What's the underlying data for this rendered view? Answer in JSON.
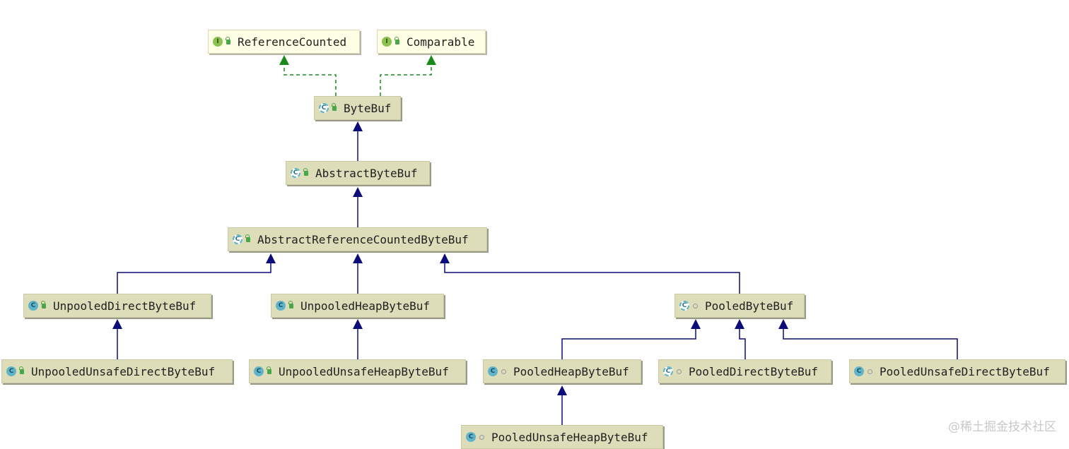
{
  "nodes": {
    "reference_counted": {
      "label": "ReferenceCounted",
      "kind": "I"
    },
    "comparable": {
      "label": "Comparable",
      "kind": "I"
    },
    "byte_buf": {
      "label": "ByteBuf",
      "kind": "C"
    },
    "abstract_byte_buf": {
      "label": "AbstractByteBuf",
      "kind": "C"
    },
    "abstract_reference_counted_byte_buf": {
      "label": "AbstractReferenceCountedByteBuf",
      "kind": "C"
    },
    "unpooled_direct_byte_buf": {
      "label": "UnpooledDirectByteBuf",
      "kind": "C"
    },
    "unpooled_heap_byte_buf": {
      "label": "UnpooledHeapByteBuf",
      "kind": "C"
    },
    "pooled_byte_buf": {
      "label": "PooledByteBuf",
      "kind": "C"
    },
    "unpooled_unsafe_direct_byte_buf": {
      "label": "UnpooledUnsafeDirectByteBuf",
      "kind": "C"
    },
    "unpooled_unsafe_heap_byte_buf": {
      "label": "UnpooledUnsafeHeapByteBuf",
      "kind": "C"
    },
    "pooled_heap_byte_buf": {
      "label": "PooledHeapByteBuf",
      "kind": "C"
    },
    "pooled_direct_byte_buf": {
      "label": "PooledDirectByteBuf",
      "kind": "C"
    },
    "pooled_unsafe_direct_byte_buf": {
      "label": "PooledUnsafeDirectByteBuf",
      "kind": "C"
    },
    "pooled_unsafe_heap_byte_buf": {
      "label": "PooledUnsafeHeapByteBuf",
      "kind": "C"
    }
  },
  "edges": [
    {
      "from": "byte_buf",
      "to": "reference_counted",
      "type": "implements"
    },
    {
      "from": "byte_buf",
      "to": "comparable",
      "type": "implements"
    },
    {
      "from": "abstract_byte_buf",
      "to": "byte_buf",
      "type": "extends"
    },
    {
      "from": "abstract_reference_counted_byte_buf",
      "to": "abstract_byte_buf",
      "type": "extends"
    },
    {
      "from": "unpooled_direct_byte_buf",
      "to": "abstract_reference_counted_byte_buf",
      "type": "extends"
    },
    {
      "from": "unpooled_heap_byte_buf",
      "to": "abstract_reference_counted_byte_buf",
      "type": "extends"
    },
    {
      "from": "pooled_byte_buf",
      "to": "abstract_reference_counted_byte_buf",
      "type": "extends"
    },
    {
      "from": "unpooled_unsafe_direct_byte_buf",
      "to": "unpooled_direct_byte_buf",
      "type": "extends"
    },
    {
      "from": "unpooled_unsafe_heap_byte_buf",
      "to": "unpooled_heap_byte_buf",
      "type": "extends"
    },
    {
      "from": "pooled_heap_byte_buf",
      "to": "pooled_byte_buf",
      "type": "extends"
    },
    {
      "from": "pooled_direct_byte_buf",
      "to": "pooled_byte_buf",
      "type": "extends"
    },
    {
      "from": "pooled_unsafe_direct_byte_buf",
      "to": "pooled_byte_buf",
      "type": "extends"
    },
    {
      "from": "pooled_unsafe_heap_byte_buf",
      "to": "pooled_heap_byte_buf",
      "type": "extends"
    }
  ],
  "colors": {
    "extends_line": "#0c0c7a",
    "implements_line": "#1a8a1a"
  },
  "watermark": "@稀土掘金技术社区"
}
